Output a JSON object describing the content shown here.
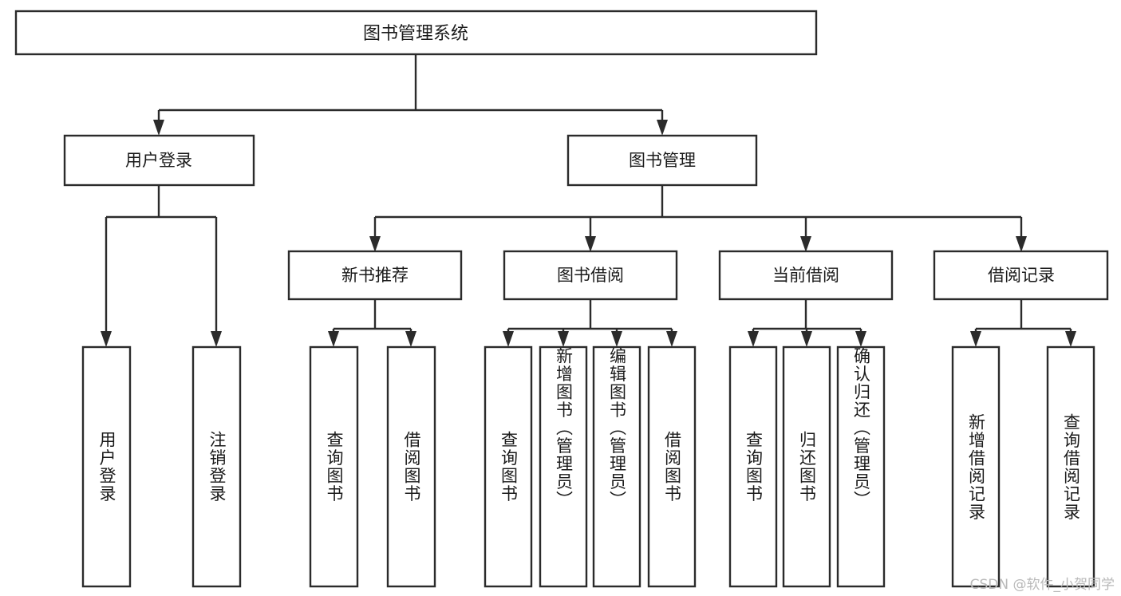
{
  "diagram": {
    "type": "tree",
    "title": "图书管理系统",
    "watermark": "CSDN @软件_小贺同学",
    "colors": {
      "stroke": "#2b2b2b",
      "fill": "#ffffff",
      "text": "#1a1a1a",
      "watermark": "#b9b9b9",
      "background": "#ffffff"
    },
    "levels": {
      "root": {
        "label": "图书管理系统"
      },
      "level2": [
        {
          "label": "用户登录"
        },
        {
          "label": "图书管理"
        }
      ],
      "level3": [
        {
          "label": "新书推荐"
        },
        {
          "label": "图书借阅"
        },
        {
          "label": "当前借阅"
        },
        {
          "label": "借阅记录"
        }
      ],
      "leaves_user_login": [
        {
          "label": "用户登录"
        },
        {
          "label": "注销登录"
        }
      ],
      "leaves_new_book": [
        {
          "label": "查询图书"
        },
        {
          "label": "借阅图书"
        }
      ],
      "leaves_borrow": [
        {
          "label": "查询图书"
        },
        {
          "label": "新增图书（管理员）"
        },
        {
          "label": "编辑图书（管理员）"
        },
        {
          "label": "借阅图书"
        }
      ],
      "leaves_current": [
        {
          "label": "查询图书"
        },
        {
          "label": "归还图书"
        },
        {
          "label": "确认归还（管理员）"
        }
      ],
      "leaves_records": [
        {
          "label": "新增借阅记录"
        },
        {
          "label": "查询借阅记录"
        }
      ]
    }
  }
}
